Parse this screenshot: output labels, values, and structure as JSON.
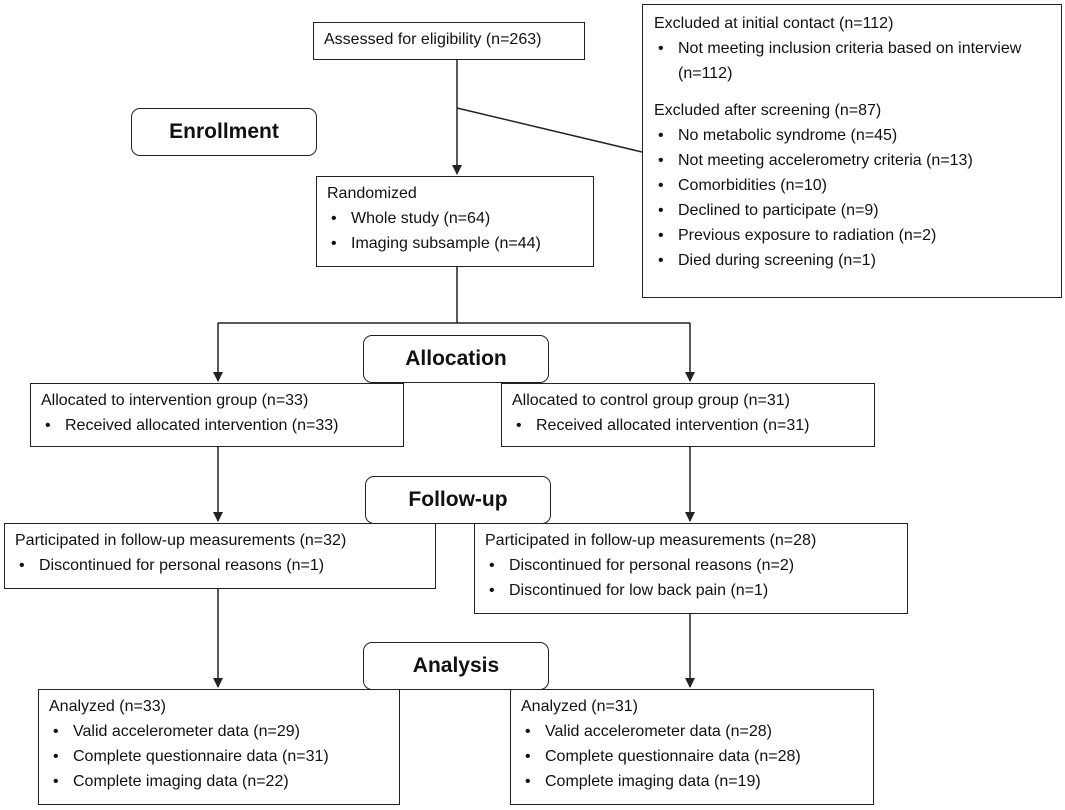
{
  "enrollment": {
    "stage_label": "Enrollment",
    "assessed": "Assessed for eligibility (n=263)",
    "excluded_initial": {
      "title": "Excluded at initial contact (n=112)",
      "items": [
        "Not meeting inclusion criteria based on interview (n=112)"
      ]
    },
    "excluded_screening": {
      "title": "Excluded after screening (n=87)",
      "items": [
        "No metabolic syndrome (n=45)",
        "Not meeting accelerometry criteria (n=13)",
        "Comorbidities (n=10)",
        "Declined to participate (n=9)",
        "Previous exposure to radiation (n=2)",
        "Died during screening (n=1)"
      ]
    },
    "randomized": {
      "title": "Randomized",
      "items": [
        "Whole study (n=64)",
        "Imaging subsample (n=44)"
      ]
    }
  },
  "allocation": {
    "stage_label": "Allocation",
    "intervention": {
      "title": "Allocated to intervention group (n=33)",
      "items": [
        "Received allocated intervention (n=33)"
      ]
    },
    "control": {
      "title": "Allocated to control group group (n=31)",
      "items": [
        "Received allocated intervention (n=31)"
      ]
    }
  },
  "followup": {
    "stage_label": "Follow-up",
    "intervention": {
      "title": "Participated in follow-up measurements (n=32)",
      "items": [
        "Discontinued for personal reasons (n=1)"
      ]
    },
    "control": {
      "title": "Participated in follow-up measurements (n=28)",
      "items": [
        "Discontinued for personal reasons (n=2)",
        "Discontinued for low back pain (n=1)"
      ]
    }
  },
  "analysis": {
    "stage_label": "Analysis",
    "intervention": {
      "title": "Analyzed (n=33)",
      "items": [
        "Valid accelerometer data (n=29)",
        "Complete questionnaire data (n=31)",
        "Complete imaging data (n=22)"
      ]
    },
    "control": {
      "title": "Analyzed (n=31)",
      "items": [
        "Valid accelerometer data (n=28)",
        "Complete questionnaire data (n=28)",
        "Complete imaging data (n=19)"
      ]
    }
  }
}
